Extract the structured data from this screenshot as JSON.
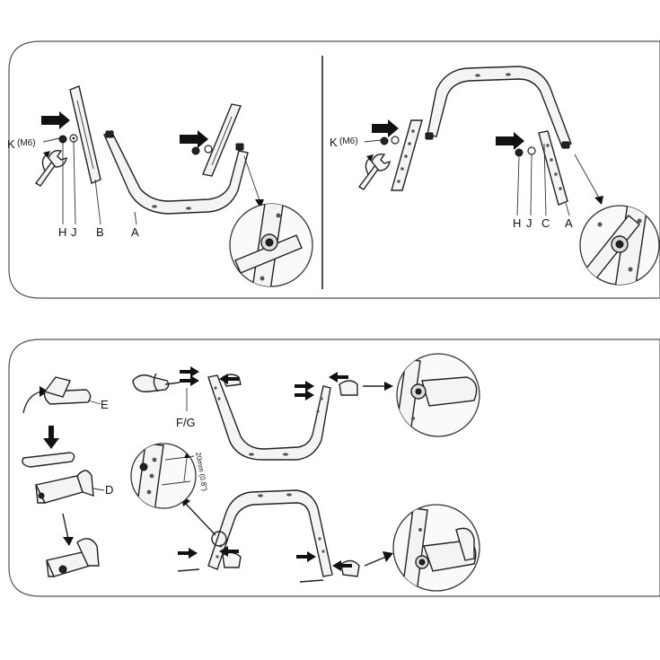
{
  "step1_left": {
    "K": "K",
    "K_sub": "(M6)",
    "H": "H",
    "J": "J",
    "B": "B",
    "A": "A"
  },
  "step1_right": {
    "K": "K",
    "K_sub": "(M6)",
    "H": "H",
    "J": "J",
    "C": "C",
    "A": "A"
  },
  "step2": {
    "E": "E",
    "D": "D",
    "FG": "F/G",
    "measure": "20mm (0.8\")"
  }
}
